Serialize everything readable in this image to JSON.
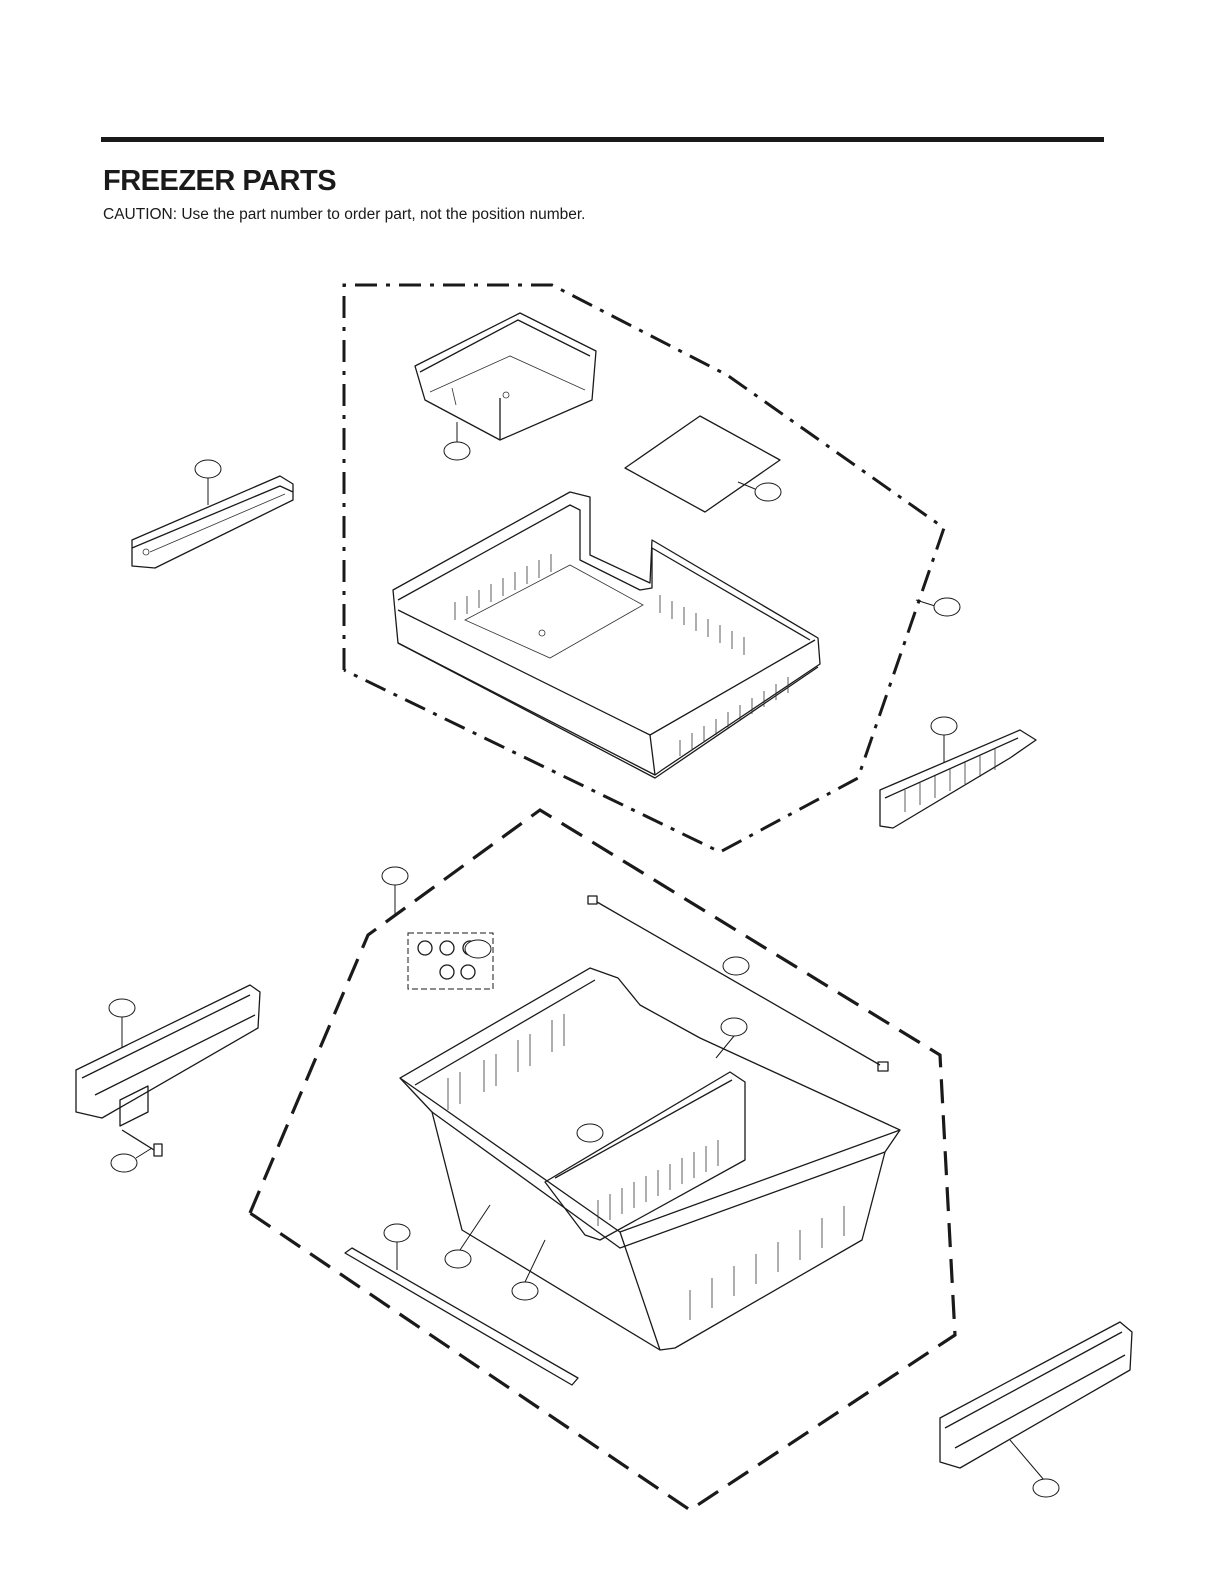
{
  "header": {
    "title": "FREEZER PARTS",
    "caution": "CAUTION: Use the part number to order part, not the position number."
  },
  "callouts": [
    {
      "id": "tray",
      "label": ""
    },
    {
      "id": "divider-sheet",
      "label": ""
    },
    {
      "id": "left-rail-upper",
      "label": ""
    },
    {
      "id": "upper-drawer-assembly",
      "label": ""
    },
    {
      "id": "right-rail-upper",
      "label": ""
    },
    {
      "id": "lower-drawer-assembly",
      "label": ""
    },
    {
      "id": "caps",
      "label": ""
    },
    {
      "id": "wire",
      "label": ""
    },
    {
      "id": "divider",
      "label": ""
    },
    {
      "id": "left-rail-lower",
      "label": ""
    },
    {
      "id": "sensor",
      "label": ""
    },
    {
      "id": "basket",
      "label": ""
    },
    {
      "id": "bar",
      "label": ""
    },
    {
      "id": "guide-left",
      "label": ""
    },
    {
      "id": "guide-right",
      "label": ""
    },
    {
      "id": "right-rail-lower",
      "label": ""
    }
  ]
}
